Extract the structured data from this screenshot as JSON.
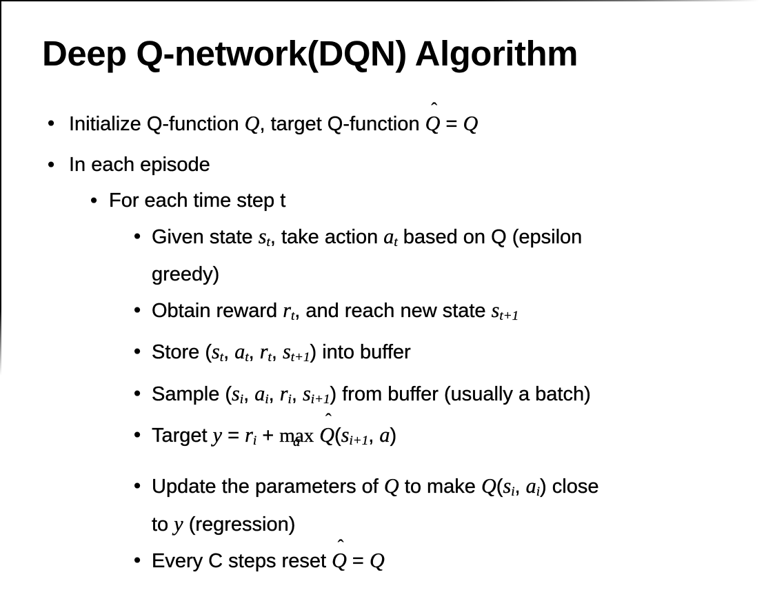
{
  "slide": {
    "title": "Deep Q-network(DQN) Algorithm"
  },
  "symbols": {
    "bullet": "•",
    "hat": "ˆ"
  },
  "bullets": [
    {
      "level": 1,
      "runs": [
        {
          "s": "p",
          "t": "Initialize Q-function "
        },
        {
          "s": "m",
          "t": "Q"
        },
        {
          "s": "p",
          "t": ", target Q-function "
        },
        {
          "s": "hat",
          "t": "Q"
        },
        {
          "s": "p",
          "t": " = "
        },
        {
          "s": "m",
          "t": "Q"
        }
      ]
    },
    {
      "level": 1,
      "runs": [
        {
          "s": "p",
          "t": "In each episode"
        }
      ]
    },
    {
      "level": 2,
      "runs": [
        {
          "s": "p",
          "t": "For each time step t"
        }
      ]
    },
    {
      "level": 3,
      "runs": [
        {
          "s": "p",
          "t": "Given state "
        },
        {
          "s": "m",
          "t": "s"
        },
        {
          "s": "ms",
          "t": "t"
        },
        {
          "s": "p",
          "t": ", take action "
        },
        {
          "s": "m",
          "t": "a"
        },
        {
          "s": "ms",
          "t": "t"
        },
        {
          "s": "p",
          "t": " based on Q (epsilon"
        },
        {
          "s": "br"
        },
        {
          "s": "p",
          "t": "greedy)"
        }
      ]
    },
    {
      "level": 3,
      "runs": [
        {
          "s": "p",
          "t": "Obtain reward "
        },
        {
          "s": "m",
          "t": "r"
        },
        {
          "s": "ms",
          "t": "t"
        },
        {
          "s": "p",
          "t": ", and reach new state "
        },
        {
          "s": "m",
          "t": "s"
        },
        {
          "s": "ms",
          "t": "t+1"
        }
      ]
    },
    {
      "level": 3,
      "runs": [
        {
          "s": "p",
          "t": "Store ("
        },
        {
          "s": "m",
          "t": "s"
        },
        {
          "s": "ms",
          "t": "t"
        },
        {
          "s": "p",
          "t": ", "
        },
        {
          "s": "m",
          "t": "a"
        },
        {
          "s": "ms",
          "t": "t"
        },
        {
          "s": "p",
          "t": ", "
        },
        {
          "s": "m",
          "t": "r"
        },
        {
          "s": "ms",
          "t": "t"
        },
        {
          "s": "p",
          "t": ", "
        },
        {
          "s": "m",
          "t": "s"
        },
        {
          "s": "ms",
          "t": "t+1"
        },
        {
          "s": "p",
          "t": ") into buffer"
        }
      ]
    },
    {
      "level": 3,
      "runs": [
        {
          "s": "p",
          "t": "Sample ("
        },
        {
          "s": "m",
          "t": "s"
        },
        {
          "s": "ms",
          "t": "i"
        },
        {
          "s": "p",
          "t": ", "
        },
        {
          "s": "m",
          "t": "a"
        },
        {
          "s": "ms",
          "t": "i"
        },
        {
          "s": "p",
          "t": ", "
        },
        {
          "s": "m",
          "t": "r"
        },
        {
          "s": "ms",
          "t": "i"
        },
        {
          "s": "p",
          "t": ", "
        },
        {
          "s": "m",
          "t": "s"
        },
        {
          "s": "ms",
          "t": "i+1"
        },
        {
          "s": "p",
          "t": ") from buffer (usually a batch)"
        }
      ]
    },
    {
      "level": 3,
      "runs": [
        {
          "s": "p",
          "t": "Target "
        },
        {
          "s": "m",
          "t": "y"
        },
        {
          "s": "p",
          "t": " = "
        },
        {
          "s": "m",
          "t": "r"
        },
        {
          "s": "ms",
          "t": "i"
        },
        {
          "s": "p",
          "t": " + "
        },
        {
          "s": "uo",
          "t": "max",
          "under": "a"
        },
        {
          "s": "p",
          "t": " "
        },
        {
          "s": "hat",
          "t": "Q"
        },
        {
          "s": "p",
          "t": "("
        },
        {
          "s": "m",
          "t": "s"
        },
        {
          "s": "ms",
          "t": "i+1"
        },
        {
          "s": "p",
          "t": ", "
        },
        {
          "s": "m",
          "t": "a"
        },
        {
          "s": "p",
          "t": ")"
        }
      ]
    },
    {
      "level": 3,
      "runs": [
        {
          "s": "p",
          "t": "Update the parameters of "
        },
        {
          "s": "m",
          "t": "Q"
        },
        {
          "s": "p",
          "t": " to make "
        },
        {
          "s": "m",
          "t": "Q"
        },
        {
          "s": "p",
          "t": "("
        },
        {
          "s": "m",
          "t": "s"
        },
        {
          "s": "ms",
          "t": "i"
        },
        {
          "s": "p",
          "t": ", "
        },
        {
          "s": "m",
          "t": "a"
        },
        {
          "s": "ms",
          "t": "i"
        },
        {
          "s": "p",
          "t": ") close"
        },
        {
          "s": "br"
        },
        {
          "s": "p",
          "t": "to "
        },
        {
          "s": "m",
          "t": "y"
        },
        {
          "s": "p",
          "t": " (regression)"
        }
      ]
    },
    {
      "level": 3,
      "runs": [
        {
          "s": "p",
          "t": "Every C steps reset "
        },
        {
          "s": "hat",
          "t": "Q"
        },
        {
          "s": "p",
          "t": " = "
        },
        {
          "s": "m",
          "t": "Q"
        }
      ]
    }
  ]
}
